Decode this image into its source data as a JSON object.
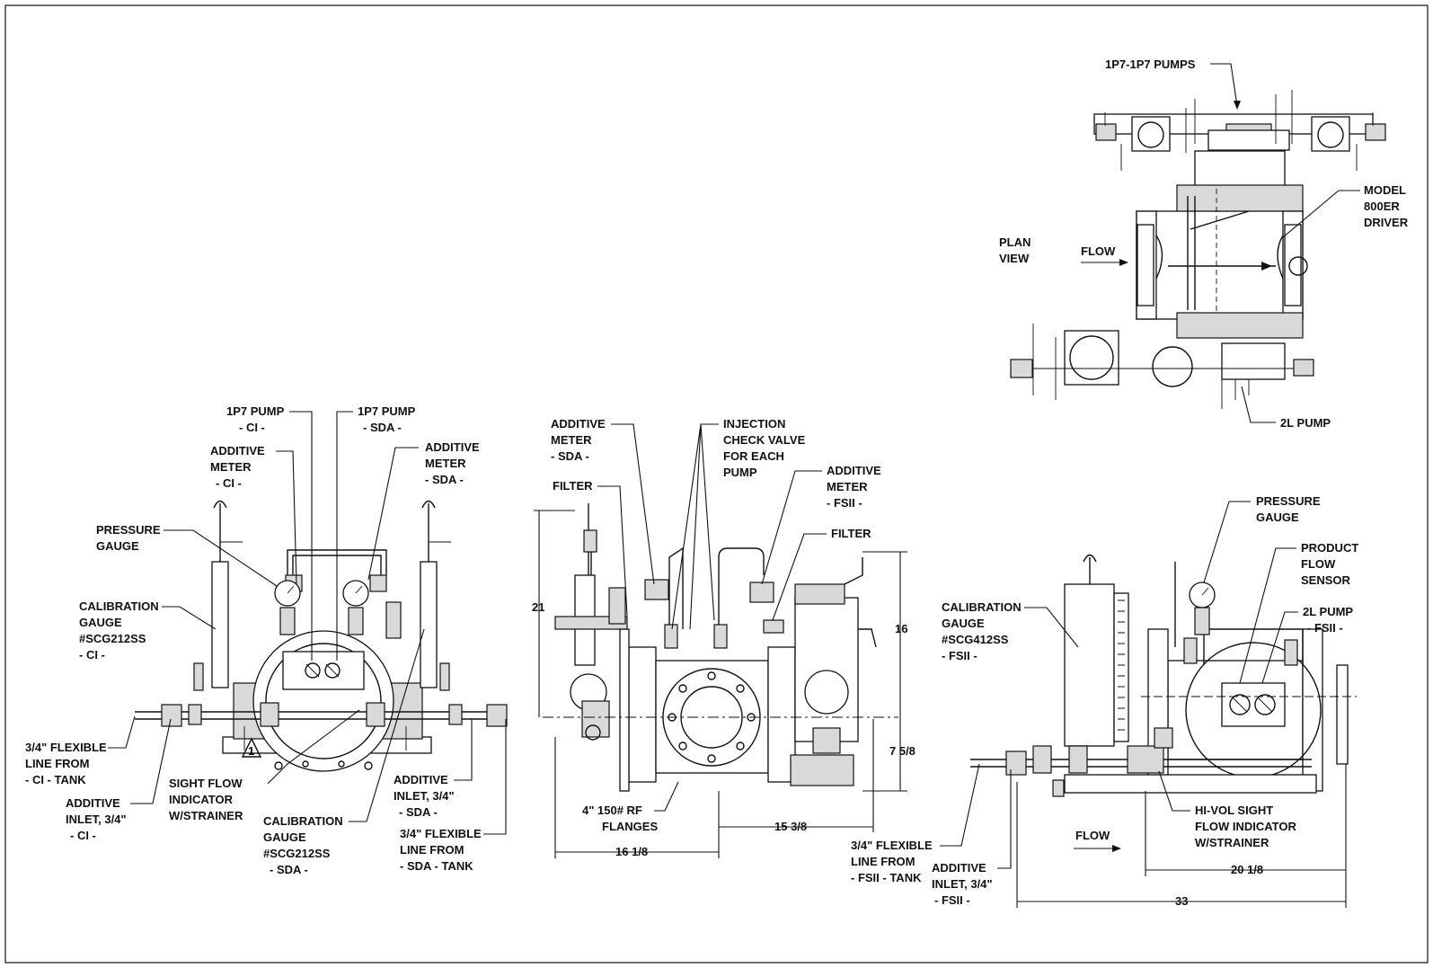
{
  "plan_view": {
    "view_label": [
      "PLAN",
      "VIEW"
    ],
    "flow": "FLOW",
    "pumps_label": "1P7-1P7 PUMPS",
    "driver_label": [
      "MODEL",
      "800ER",
      "DRIVER"
    ],
    "pump_2l_label": "2L PUMP"
  },
  "left_view": {
    "pump_ci": [
      "1P7 PUMP",
      "- CI -"
    ],
    "pump_sda": [
      "1P7 PUMP",
      "- SDA -"
    ],
    "meter_ci": [
      "ADDITIVE",
      "METER",
      "- CI -"
    ],
    "meter_sda": [
      "ADDITIVE",
      "METER",
      "- SDA -"
    ],
    "pressure_gauge": [
      "PRESSURE",
      "GAUGE"
    ],
    "calibration_gauge_ci": [
      "CALIBRATION",
      "GAUGE",
      "#SCG212SS",
      "- CI -"
    ],
    "flex_line_ci": [
      "3/4\" FLEXIBLE",
      "LINE FROM",
      "- CI - TANK"
    ],
    "inlet_ci": [
      "ADDITIVE",
      "INLET, 3/4\"",
      "- CI -"
    ],
    "sight_flow": [
      "SIGHT FLOW",
      "INDICATOR",
      "W/STRAINER"
    ],
    "calibration_gauge_sda": [
      "CALIBRATION",
      "GAUGE",
      "#SCG212SS",
      "- SDA -"
    ],
    "inlet_sda": [
      "ADDITIVE",
      "INLET, 3/4\"",
      "- SDA -"
    ],
    "flex_line_sda": [
      "3/4\" FLEXIBLE",
      "LINE FROM",
      "- SDA - TANK"
    ],
    "revision_mark": "1"
  },
  "center_view": {
    "meter_sda": [
      "ADDITIVE",
      "METER",
      "- SDA -"
    ],
    "injection_check": [
      "INJECTION",
      "CHECK VALVE",
      "FOR EACH",
      "PUMP"
    ],
    "filter_left": "FILTER",
    "meter_fsii": [
      "ADDITIVE",
      "METER",
      "- FSII -"
    ],
    "filter_right": "FILTER",
    "flanges": [
      "4\" 150# RF",
      "FLANGES"
    ],
    "dim_height": "21",
    "dim_upper": "16",
    "dim_lower": "7 5/8",
    "dim_width_left": "16 1/8",
    "dim_width_right": "15 3/8"
  },
  "right_view": {
    "pressure_gauge": [
      "PRESSURE",
      "GAUGE"
    ],
    "product_flow_sensor": [
      "PRODUCT",
      "FLOW",
      "SENSOR"
    ],
    "pump_2l": [
      "2L PUMP",
      "- FSII -"
    ],
    "calibration_gauge": [
      "CALIBRATION",
      "GAUGE",
      "#SCG412SS",
      "- FSII -"
    ],
    "flex_line": [
      "3/4\" FLEXIBLE",
      "LINE FROM",
      "- FSII - TANK"
    ],
    "inlet": [
      "ADDITIVE",
      "INLET, 3/4\"",
      "- FSII -"
    ],
    "sight_flow": [
      "HI-VOL SIGHT",
      "FLOW INDICATOR",
      "W/STRAINER"
    ],
    "flow": "FLOW",
    "dim_inner": "20 1/8",
    "dim_overall": "33"
  }
}
